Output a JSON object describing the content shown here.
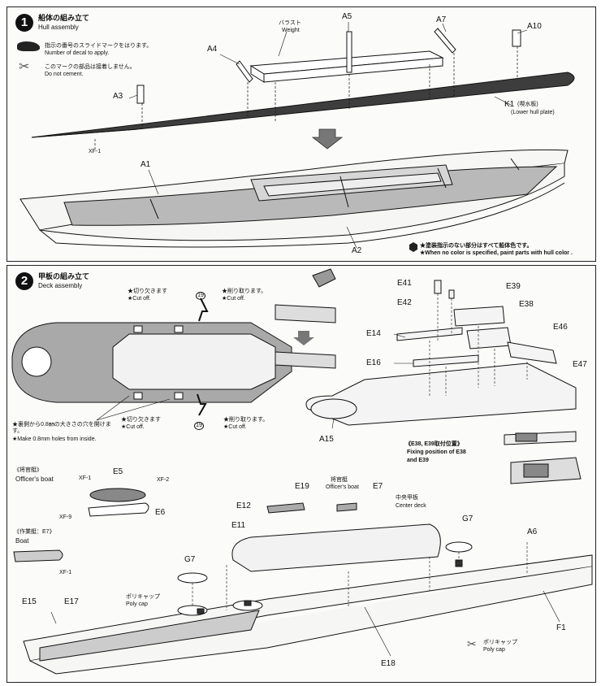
{
  "step1": {
    "number": "1",
    "title_jp": "船体の組み立て",
    "title_en": "Hull assembly",
    "legend_decal_jp": "指示の番号のスライドマークをはります。",
    "legend_decal_en": "Number of decal to apply.",
    "legend_nocement_jp": "このマークの部品は接着しません。",
    "legend_nocement_en": "Do not cement.",
    "weight_jp": "バラスト",
    "weight_en": "Weight",
    "parts": {
      "a5": "A5",
      "a7": "A7",
      "a10": "A10",
      "a4": "A4",
      "a3": "A3",
      "a1": "A1",
      "a2": "A2",
      "k1": "K1"
    },
    "k1_jp": "(喫水板)",
    "k1_en": "(Lower hull plate)",
    "xf1": "XF-1",
    "paint_note_jp": "★塗装指示のない部分はすべて船体色です。",
    "paint_note_en": "★When no color is specified, paint parts with hull color ."
  },
  "step2": {
    "number": "2",
    "title_jp": "甲板の組み立て",
    "title_en": "Deck assembly",
    "cutoff_jp1": "★切り欠きます",
    "cutoff_en1": "★Cut off.",
    "cutoff_jp2": "★削り取ります。",
    "cutoff_en2": "★Cut off.",
    "cutoff_jp3": "★切り欠きます",
    "cutoff_en3": "★Cut off.",
    "cutoff_jp4": "★削り取ります。",
    "cutoff_en4": "★Cut off.",
    "decal19a": "19",
    "decal19b": "19",
    "holes_jp": "★裏側から0.8㎜の大きさの穴を開けます。",
    "holes_en": "★Make 0.8mm holes from inside.",
    "parts": {
      "e41": "E41",
      "e42": "E42",
      "e39": "E39",
      "e38": "E38",
      "e14": "E14",
      "e46": "E46",
      "e16": "E16",
      "e47": "E47",
      "a15": "A15",
      "e5": "E5",
      "e6": "E6",
      "e12": "E12",
      "e19": "E19",
      "e7": "E7",
      "e11": "E11",
      "g7a": "G7",
      "g7b": "G7",
      "a6": "A6",
      "e15": "E15",
      "e17": "E17",
      "e18": "E18",
      "f1": "F1"
    },
    "fixing_jp": "《E38, E39取付位置》",
    "fixing_en1": "Fixing position of E38",
    "fixing_en2": "and E39",
    "officer_jp": "《将官艇》",
    "officer_en": "Officer's boat",
    "xf1a": "XF-1",
    "xf2": "XF-2",
    "xf9": "XF-9",
    "boat_jp": "《作業艇：E7》",
    "boat_en": "Boat",
    "xf1b": "XF-1",
    "officer2_jp": "将官艇",
    "officer2_en": "Officer's boat",
    "center_jp": "中央甲板",
    "center_en": "Center deck",
    "polycap_jp1": "ポリキャップ",
    "polycap_en1": "Poly cap",
    "polycap_jp2": "ポリキャップ",
    "polycap_en2": "Poly cap"
  },
  "colors": {
    "ink": "#111111",
    "hull_dark": "#3d3d3d",
    "deck_grey": "#a9a9a9",
    "paper": "#fbfbfa"
  }
}
